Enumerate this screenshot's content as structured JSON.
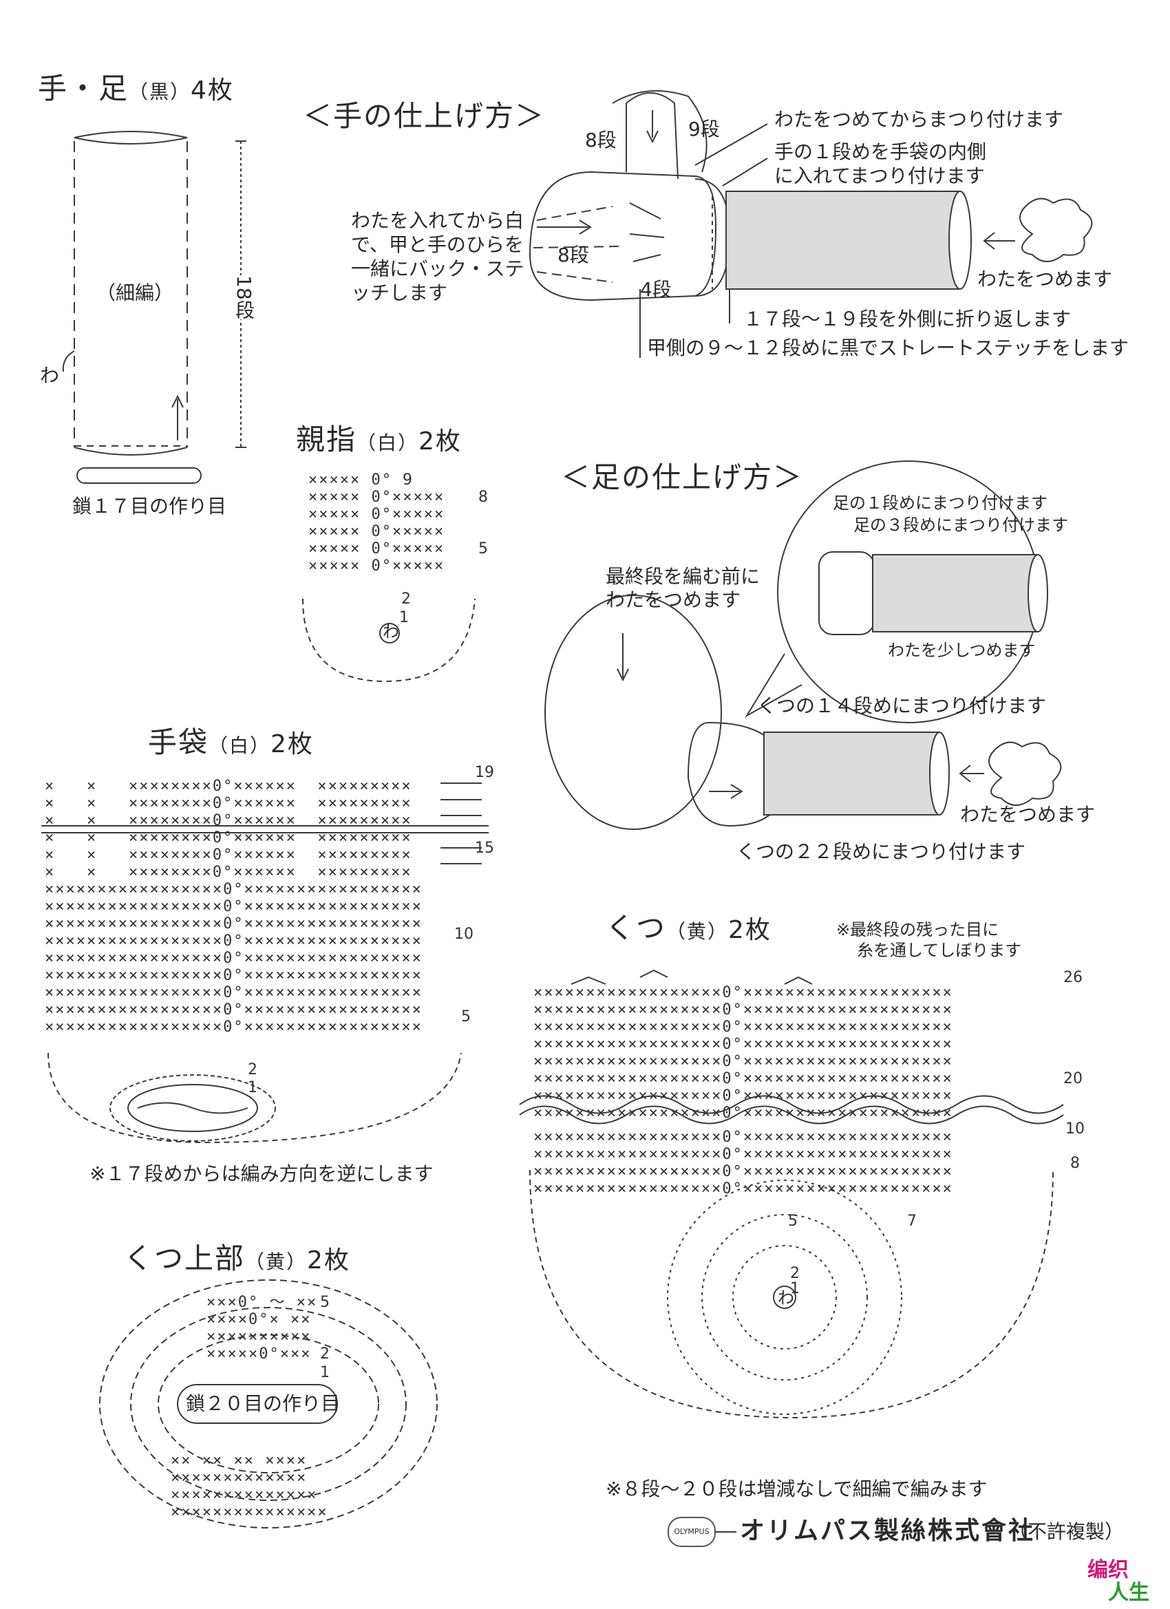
{
  "sections": {
    "hand_foot": {
      "title": "手・足",
      "color": "（黒）",
      "count": "4枚",
      "stitch": "（細編）",
      "rows": "18段",
      "ring": "わ",
      "chain": "鎖１７目の作り目"
    },
    "hand_finish": {
      "title": "＜手の仕上げ方＞",
      "labels": {
        "row8_top": "8段",
        "row9": "9段",
        "stuff_sew": "わたをつめてからまつり付けます",
        "inner_1": "手の１段めを手袋の内側",
        "inner_2": "に入れてまつり付けます",
        "back_1": "わたを入れてから白",
        "back_2": "で、甲と手のひらを",
        "back_3": "一緒にバック・ステ",
        "back_4": "ッチします",
        "row8_mid": "8段",
        "row4": "4段",
        "stuff_end": "わたをつめます",
        "fold": "１７段〜１９段を外側に折り返します",
        "straight": "甲側の９〜１２段めに黒でストレートステッチをします"
      }
    },
    "thumb": {
      "title": "親指",
      "color": "（白）",
      "count": "2枚",
      "row_nums": [
        "9",
        "8",
        "5",
        "2",
        "1"
      ],
      "ring": "わ"
    },
    "foot_finish": {
      "title": "＜足の仕上げ方＞",
      "labels": {
        "foot_row1": "足の１段めにまつり付けます",
        "foot_row3": "足の３段めにまつり付けます",
        "before_1": "最終段を編む前に",
        "before_2": "わたをつめます",
        "little": "わたを少しつめます",
        "shoe14": "くつの１４段めにまつり付けます",
        "stuff_end": "わたをつめます",
        "shoe22": "くつの２２段めにまつり付けます"
      }
    },
    "mitten": {
      "title": "手袋",
      "color": "（白）",
      "count": "2枚",
      "row_nums": [
        "19",
        "15",
        "10",
        "5",
        "2",
        "1"
      ],
      "note": "※１７段めからは編み方向を逆にします"
    },
    "shoe": {
      "title": "くつ",
      "color": "（黄）",
      "count": "2枚",
      "note_1": "※最終段の残った目に",
      "note_2": "糸を通してしぼります",
      "row_nums": [
        "26",
        "20",
        "10",
        "8",
        "7",
        "5",
        "2",
        "1"
      ],
      "ring": "わ",
      "bottom_note": "※８段〜２０段は増減なしで細編で編みます"
    },
    "shoe_top": {
      "title": "くつ上部",
      "color": "（黄）",
      "count": "2枚",
      "row_nums": [
        "5",
        "2",
        "1"
      ],
      "chain": "鎖２０目の作り目"
    }
  },
  "footer": {
    "logo": "OLYMPUS",
    "company": "オリムパス製絲株式會社",
    "copyright": "（不許複製）",
    "watermark_1": "编织",
    "watermark_2": "人生"
  },
  "stitch_rows": {
    "thumb": [
      "××××× 0°",
      "××××× 0°×××××",
      "××××× 0°×××××",
      "××××× 0°×××××",
      "××××× 0°×××××",
      "××××× 0°×××××"
    ],
    "mitten": [
      "×   ×   ××××××××0°××××××  ×××××××××",
      "×   ×   ××××××××0°××××××  ×××××××××",
      "×   ×   ××××××××0°××××××  ×××××××××",
      "×   ×   ××××××××0°××××××  ×××××××××",
      "×   ×   ××××××××0°××××××  ×××××××××",
      "×   ×   ××××××××0°××××××  ×××××××××",
      "×××××××××××××××××0°×××××××××××××××××",
      "×××××××××××××××××0°×××××××××××××××××",
      "×××××××××××××××××0°×××××××××××××××××",
      "×××××××××××××××××0°×××××××××××××××××",
      "×××××××××××××××××0°×××××××××××××××××",
      "×××××××××××××××××0°×××××××××××××××××",
      "×××××××××××××××××0°×××××××××××××××××",
      "×××××××××××××××××0°×××××××××××××××××",
      "×××××××××××××××××0°×××××××××××××××××"
    ],
    "shoe": [
      "××××××××××××××××××0°××××××××××××××××××××",
      "××××××××××××××××××0°××××××××××××××××××××",
      "××××××××××××××××××0°××××××××××××××××××××",
      "××××××××××××××××××0°××××××××××××××××××××",
      "××××××××××××××××××0°××××××××××××××××××××",
      "××××××××××××××××××0°××××××××××××××××××××",
      "××××××××××××××××××0°××××××××××××××××××××",
      "××××××××××××××××××0°××××××××××××××××××××"
    ],
    "shoe_lower": [
      "××××××××××××××××××0°××××××××××××××××××××",
      "××××××××××××××××××0°××××××××××××××××××××",
      "××××××××××××××××××0°××××××××××××××××××××",
      "××××××××××××××××××0°××××××××××××××××××××"
    ],
    "shoe_top_up": [
      "×××0° 〜 ××",
      "××××0°× ××",
      "××××××××××",
      "×××××0°×××"
    ],
    "shoe_top_down": [
      "×× ×× ×× ××××",
      "×××××××××××××",
      "××××××××××××××",
      "×××××××××××××××"
    ]
  }
}
